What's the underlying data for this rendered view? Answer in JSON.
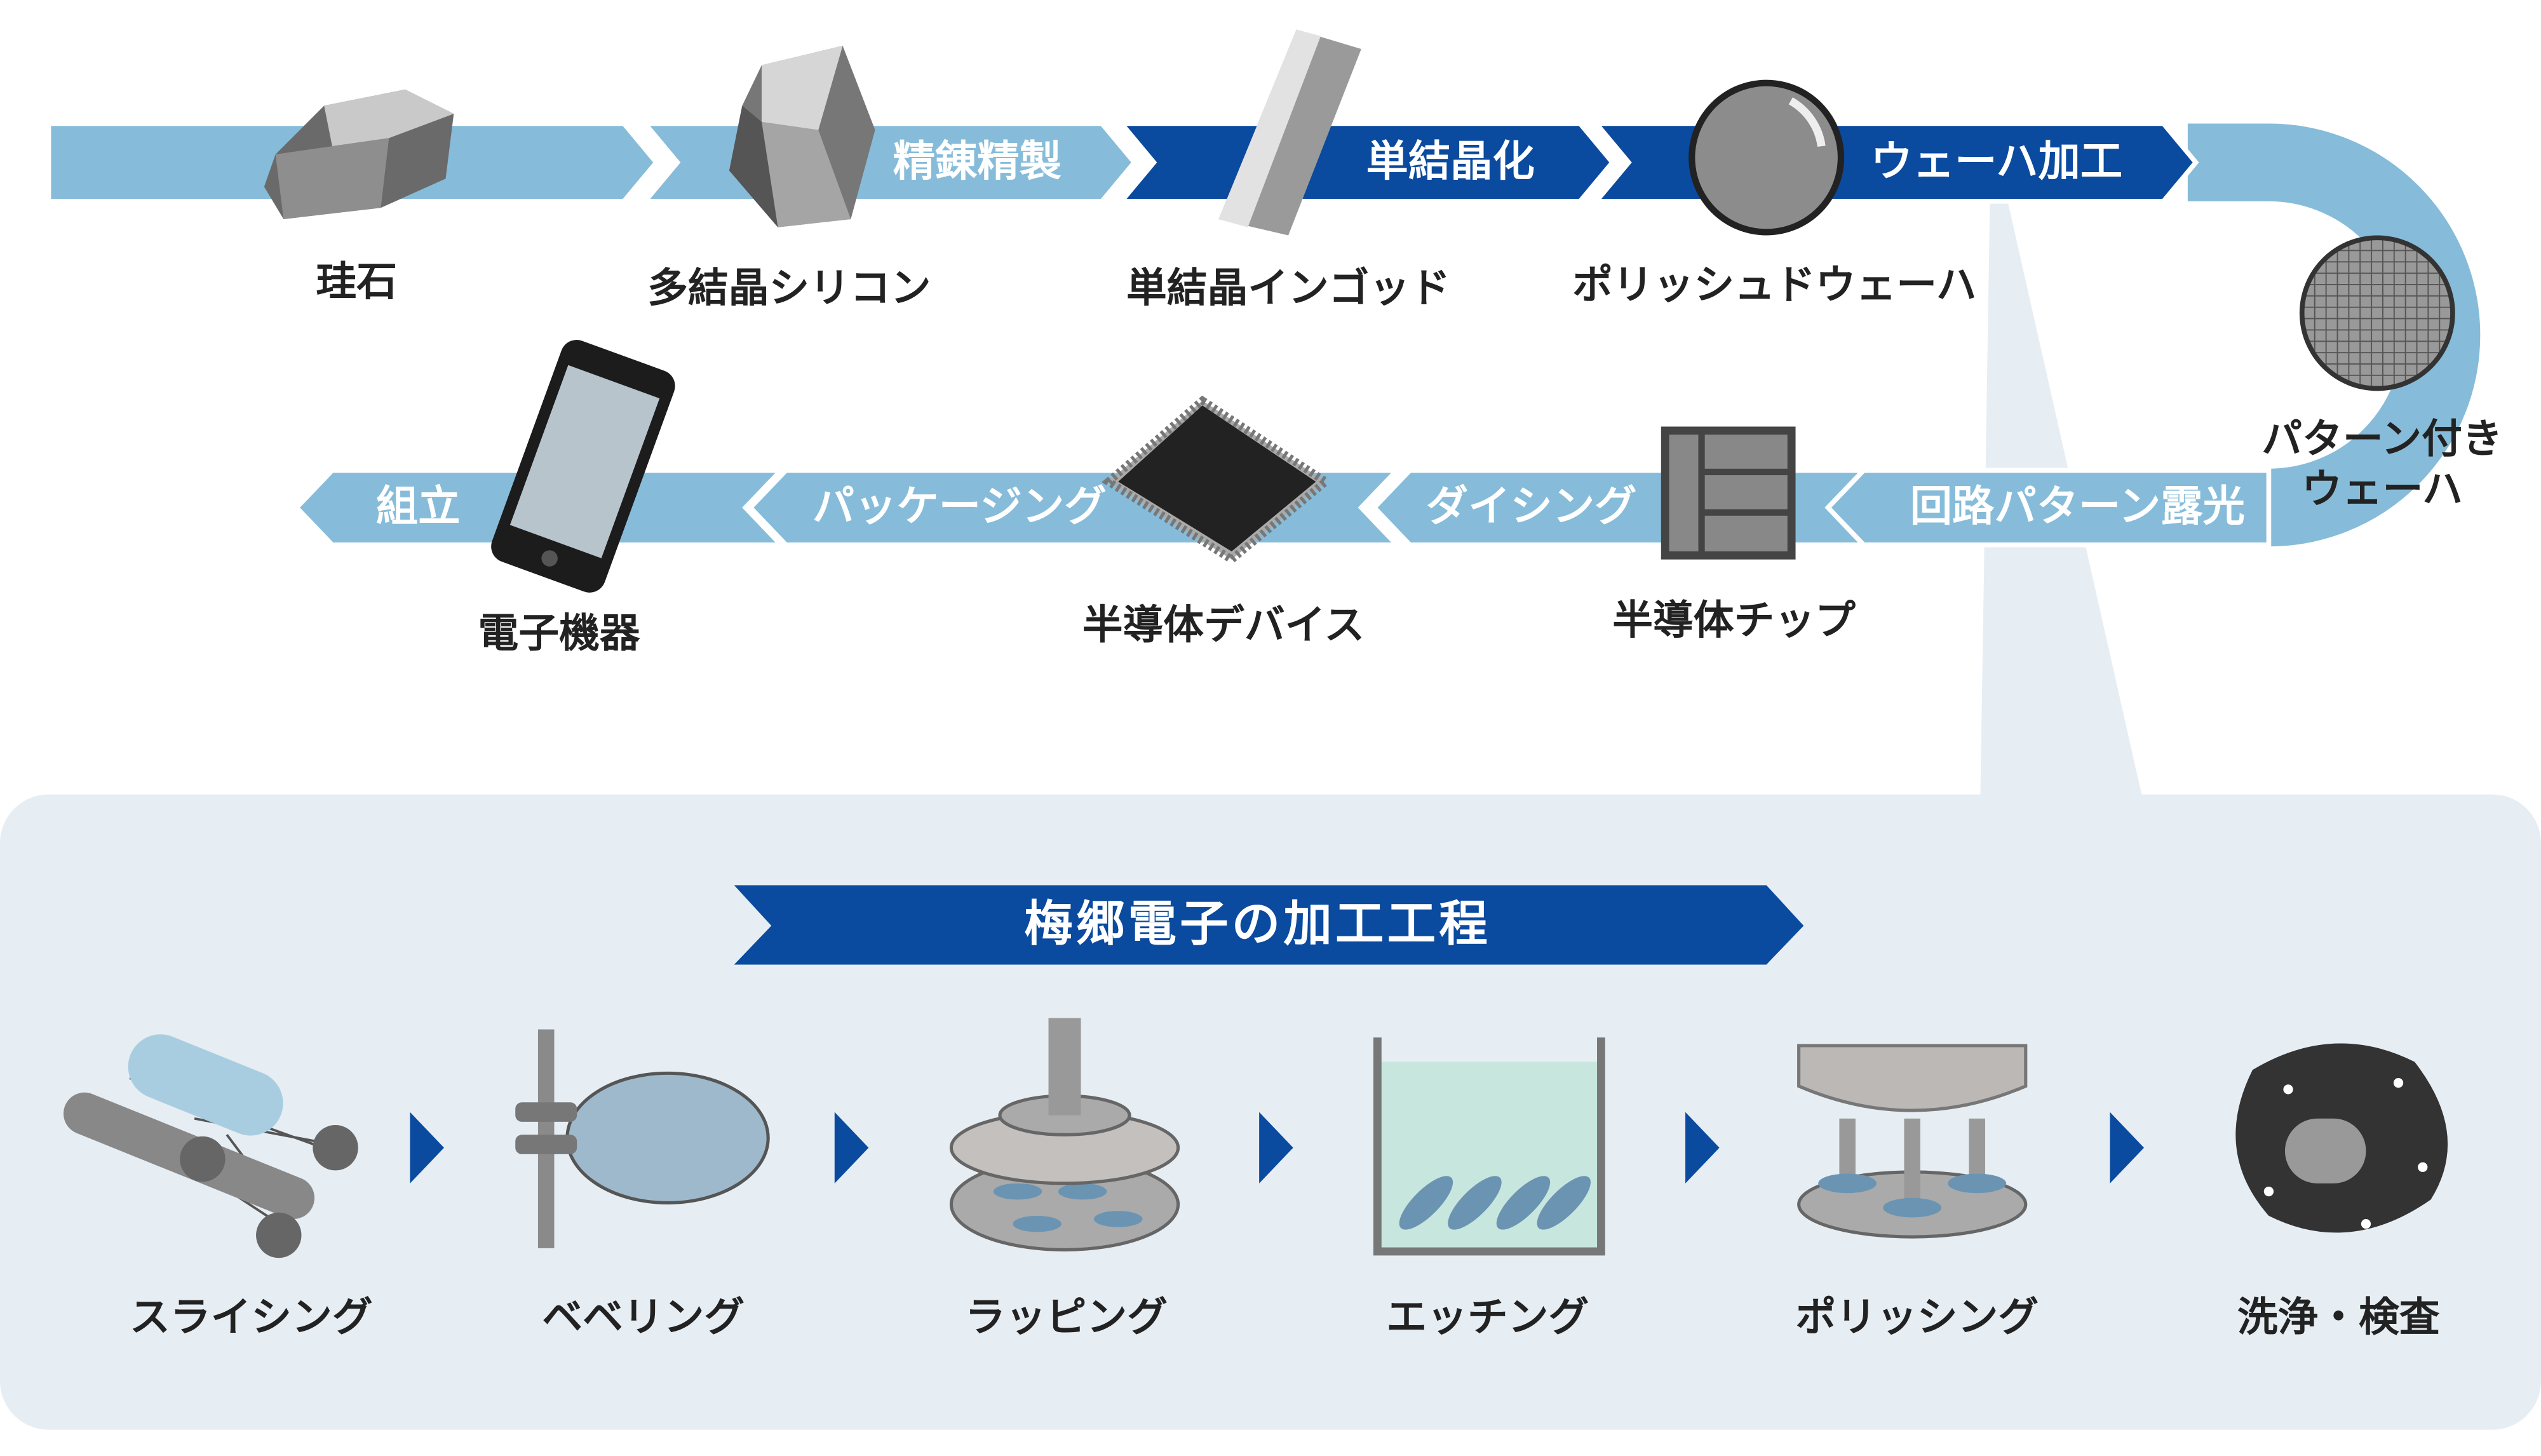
{
  "colors": {
    "light_blue": "#86bcd9",
    "dark_blue": "#0a4a9f",
    "panel": "#e6edf3"
  },
  "flow": {
    "arrows": [
      "精錬精製",
      "単結晶化",
      "ウェーハ加工",
      "回路パターン露光",
      "ダイシング",
      "パッケージング",
      "組立"
    ],
    "items": [
      "珪石",
      "多結晶シリコン",
      "単結晶インゴッド",
      "ポリッシュドウェーハ",
      "パターン付き",
      "ウェーハ",
      "半導体チップ",
      "半導体デバイス",
      "電子機器"
    ]
  },
  "process": {
    "title": "梅郷電子の加工工程",
    "steps": [
      "スライシング",
      "ベベリング",
      "ラッピング",
      "エッチング",
      "ポリッシング",
      "洗浄・検査"
    ]
  }
}
